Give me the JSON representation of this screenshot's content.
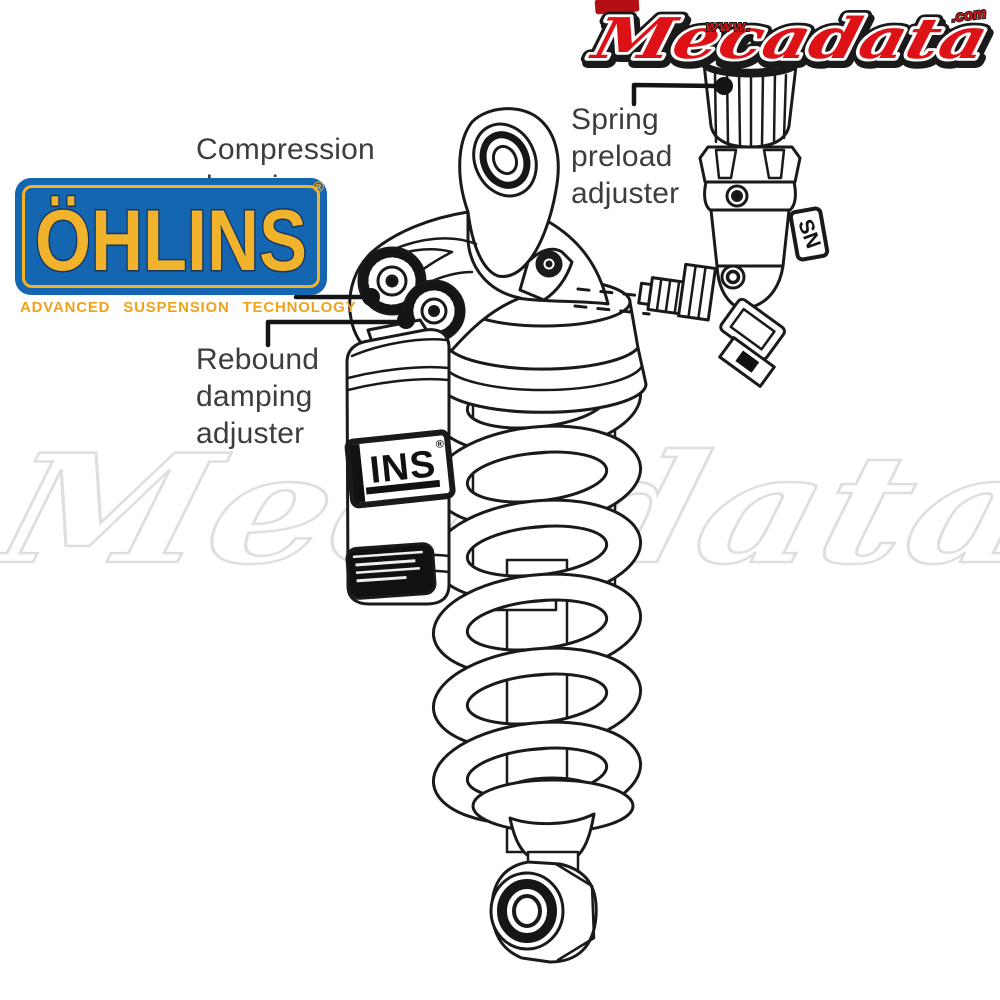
{
  "mecadata_logo": {
    "www": "www.",
    "name": "Mecadata",
    "tld": ".com"
  },
  "watermark": {
    "text": "Mecadata"
  },
  "ohlins_logo": {
    "name": "ÖHLINS",
    "registered": "®",
    "tagline": "ADVANCED SUSPENSION TECHNOLOGY"
  },
  "annotations": {
    "compression": {
      "lines": [
        "Compression",
        "damping"
      ]
    },
    "spring_preload": {
      "lines": [
        "Spring",
        "preload",
        "adjuster"
      ]
    },
    "rebound": {
      "lines": [
        "Rebound",
        "damping",
        "adjuster"
      ]
    }
  },
  "diagram_labels": {
    "reservoir": "INS",
    "reservoir_reg": "®",
    "adjuster_tag": "SN"
  },
  "colors": {
    "ohlins_blue": "#1566b1",
    "ohlins_yellow": "#f2b229",
    "tagline_orange": "#f0a21c",
    "mecadata_red": "#dc1217",
    "line_art": "#1a1a1a",
    "watermark_gray": "#dfdfdf",
    "label_text": "#3d3d3d"
  }
}
